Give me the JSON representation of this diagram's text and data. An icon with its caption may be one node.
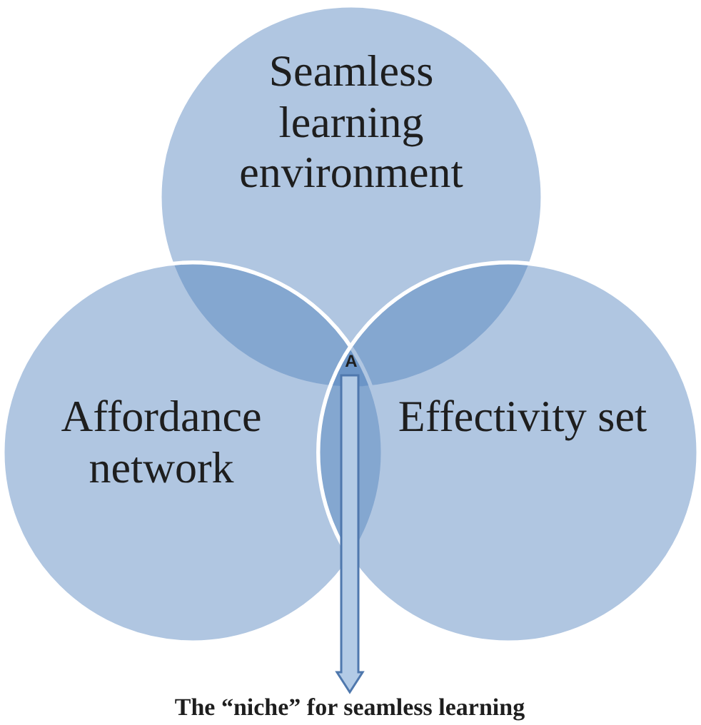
{
  "diagram": {
    "nodes": [
      {
        "text": [
          "Seamless learning environment"
        ]
      },
      {
        "text": [
          "Affordance network"
        ]
      },
      {
        "text": [
          "Effectivity set"
        ]
      },
      {
        "text": [
          "A"
        ]
      },
      {
        "text": [
          "The “niche” for seamless learning"
        ]
      }
    ],
    "edges": [
      {
        "from": 3,
        "to": 4,
        "arrow": "to",
        "style": "thick"
      }
    ]
  }
}
